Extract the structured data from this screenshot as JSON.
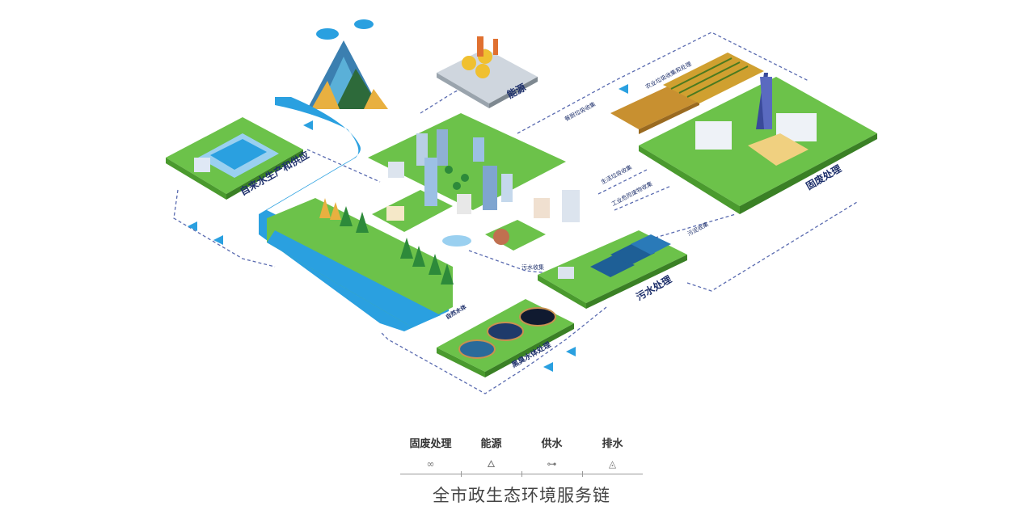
{
  "scene": {
    "labels": {
      "tap_water": "自来水生产和供应",
      "energy": "能源",
      "solid_waste": "固废处理",
      "sewage": "污水处理",
      "black_water": "黑臭水体处理",
      "natural_water": "自然水体",
      "domestic_garbage": "生活垃圾收集",
      "industrial_waste": "工业危险废物收集",
      "kitchen_waste": "餐厨垃圾收集",
      "farm_waste": "农业垃圾收集和处理",
      "sewage_collection": "污水收集",
      "sludge_collection": "污泥收集"
    }
  },
  "legend": {
    "items": [
      {
        "title": "固废处理",
        "icon": "infinity-icon",
        "glyph": "∞"
      },
      {
        "title": "能源",
        "icon": "flame-icon",
        "glyph": "🜂"
      },
      {
        "title": "供水",
        "icon": "pipe-valve-icon",
        "glyph": "⊶"
      },
      {
        "title": "排水",
        "icon": "water-drop-icon",
        "glyph": "◬"
      }
    ],
    "footer": "全市政生态环境服务链"
  },
  "colors": {
    "grass": "#6cc24a",
    "grass_dark": "#4a9a2e",
    "water": "#2aa0e0",
    "label": "#1d2f6b",
    "flow": "#5a6bb0"
  }
}
